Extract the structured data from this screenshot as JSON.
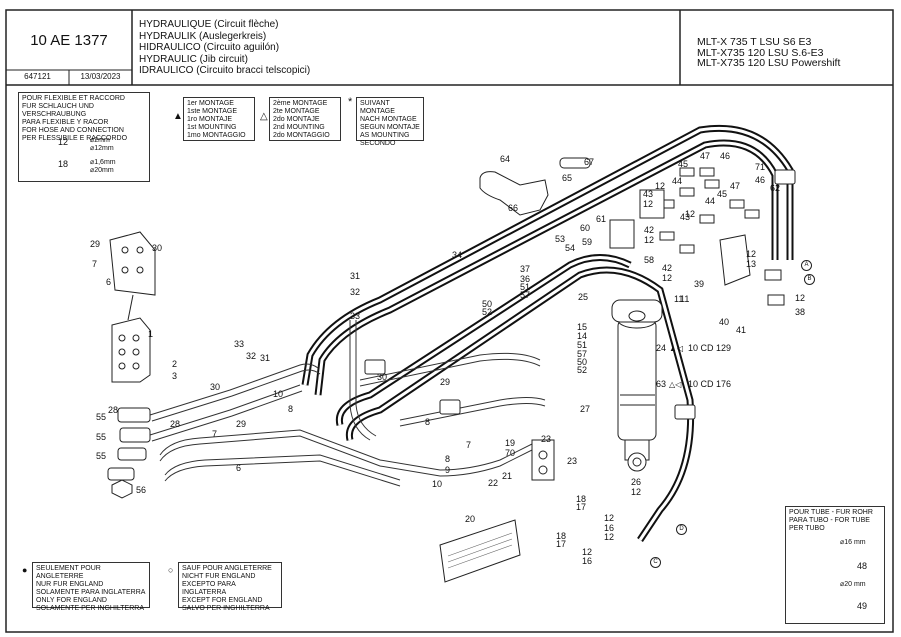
{
  "header": {
    "ref": "10 AE 1377",
    "number": "647121",
    "date": "13/03/2023",
    "titles": [
      "HYDRAULIQUE (Circuit flèche)",
      "HYDRAULIK (Auslegerkreis)",
      "HIDRAULICO (Circuito aguilón)",
      "HYDRAULIC (Jib circuit)",
      "IDRAULICO (Circuito bracci telscopici)"
    ],
    "models": [
      "MLT-X 735 T LSU S6 E3",
      "MLT-X735 120 LSU S.6-E3",
      "MLT-X735 120 LSU Powershift"
    ]
  },
  "hose_box": {
    "lines": [
      "POUR FLEXIBLE ET RACCORD",
      "FUR SCHLAUCH UND VERSCHRAUBUNG",
      "PARA FLEXIBLE Y RACOR",
      "FOR HOSE AND CONNECTION",
      "PER FLESSIBILE E RACCORDO"
    ],
    "item12": "12",
    "item12_size": "⌀2mm",
    "item12_size2": "⌀12mm",
    "item18": "18",
    "item18_size": "⌀1,6mm",
    "item18_size2": "⌀20mm"
  },
  "mount1": {
    "lines": [
      "1er MONTAGE",
      "1ste MONTAGE",
      "1ro MONTAJE",
      "1st MOUNTING",
      "1mo MONTAGGIO"
    ]
  },
  "mount2": {
    "lines": [
      "2ème MONTAGE",
      "2te MONTAGE",
      "2do MONTAJE",
      "2nd MOUNTING",
      "2do MONTAGGIO"
    ]
  },
  "mount3": {
    "lines": [
      "SUIVANT MONTAGE",
      "NACH MONTAGE",
      "SEGUN MONTAJE",
      "AS MOUNTING",
      "SECONDO"
    ]
  },
  "england_only": {
    "lines": [
      "SEULEMENT POUR ANGLETERRE",
      "NUR FUR ENGLAND",
      "SOLAMENTE PARA INGLATERRA",
      "ONLY FOR ENGLAND",
      "SOLAMENTE PER INGHILTERRA"
    ]
  },
  "except_england": {
    "lines": [
      "SAUF POUR ANGLETERRE",
      "NICHT FUR ENGLAND",
      "EXCEPTO PARA INGLATERRA",
      "EXCEPT FOR ENGLAND",
      "SALVO PER INGHILTERRA"
    ]
  },
  "tube_box": {
    "lines": [
      "POUR TUBE - FUR ROHR",
      "PARA TUBO - FOR TUBE",
      "PER TUBO"
    ],
    "size48": "⌀16 mm",
    "item48": "48",
    "size49": "⌀20 mm",
    "item49": "49"
  },
  "cylinder_labels": {
    "l24": "24",
    "l24_code": "10 CD 129",
    "l63": "63",
    "l63_code": "10 CD 176"
  },
  "plate_label": "20",
  "callouts": [
    {
      "t": "29"
    },
    {
      "t": "30"
    },
    {
      "t": "7"
    },
    {
      "t": "6"
    },
    {
      "t": "1"
    },
    {
      "t": "2"
    },
    {
      "t": "3"
    },
    {
      "t": "33"
    },
    {
      "t": "32"
    },
    {
      "t": "31"
    },
    {
      "t": "30"
    },
    {
      "t": "29"
    },
    {
      "t": "28"
    },
    {
      "t": "28"
    },
    {
      "t": "55"
    },
    {
      "t": "55"
    },
    {
      "t": "55"
    },
    {
      "t": "56"
    },
    {
      "t": "7"
    },
    {
      "t": "6"
    },
    {
      "t": "10"
    },
    {
      "t": "8"
    },
    {
      "t": "31"
    },
    {
      "t": "32"
    },
    {
      "t": "33"
    },
    {
      "t": "34"
    },
    {
      "t": "37"
    },
    {
      "t": "36"
    },
    {
      "t": "51"
    },
    {
      "t": "57"
    },
    {
      "t": "50"
    },
    {
      "t": "52"
    },
    {
      "t": "30"
    },
    {
      "t": "29"
    },
    {
      "t": "53"
    },
    {
      "t": "54"
    },
    {
      "t": "60"
    },
    {
      "t": "61"
    },
    {
      "t": "59"
    },
    {
      "t": "25"
    },
    {
      "t": "11"
    },
    {
      "t": "15"
    },
    {
      "t": "14"
    },
    {
      "t": "51"
    },
    {
      "t": "57"
    },
    {
      "t": "50"
    },
    {
      "t": "52"
    },
    {
      "t": "8"
    },
    {
      "t": "7"
    },
    {
      "t": "9"
    },
    {
      "t": "8"
    },
    {
      "t": "10"
    },
    {
      "t": "19"
    },
    {
      "t": "70"
    },
    {
      "t": "23"
    },
    {
      "t": "23"
    },
    {
      "t": "21"
    },
    {
      "t": "22"
    },
    {
      "t": "27"
    },
    {
      "t": "26"
    },
    {
      "t": "12"
    },
    {
      "t": "18"
    },
    {
      "t": "17"
    },
    {
      "t": "12"
    },
    {
      "t": "16"
    },
    {
      "t": "12"
    },
    {
      "t": "18"
    },
    {
      "t": "17"
    },
    {
      "t": "12"
    },
    {
      "t": "16"
    },
    {
      "t": "64"
    },
    {
      "t": "67"
    },
    {
      "t": "65"
    },
    {
      "t": "66"
    },
    {
      "t": "46"
    },
    {
      "t": "47"
    },
    {
      "t": "45"
    },
    {
      "t": "44"
    },
    {
      "t": "12"
    },
    {
      "t": "43"
    },
    {
      "t": "12"
    },
    {
      "t": "47"
    },
    {
      "t": "45"
    },
    {
      "t": "44"
    },
    {
      "t": "12"
    },
    {
      "t": "43"
    },
    {
      "t": "42"
    },
    {
      "t": "12"
    },
    {
      "t": "58"
    },
    {
      "t": "42"
    },
    {
      "t": "12"
    },
    {
      "t": "71"
    },
    {
      "t": "46"
    },
    {
      "t": "62"
    },
    {
      "t": "12"
    },
    {
      "t": "13"
    },
    {
      "t": "39"
    },
    {
      "t": "12"
    },
    {
      "t": "38"
    },
    {
      "t": "40"
    },
    {
      "t": "41"
    },
    {
      "t": "11"
    }
  ],
  "circle_markers": [
    "A",
    "B",
    "C",
    "D",
    "A",
    "B"
  ]
}
